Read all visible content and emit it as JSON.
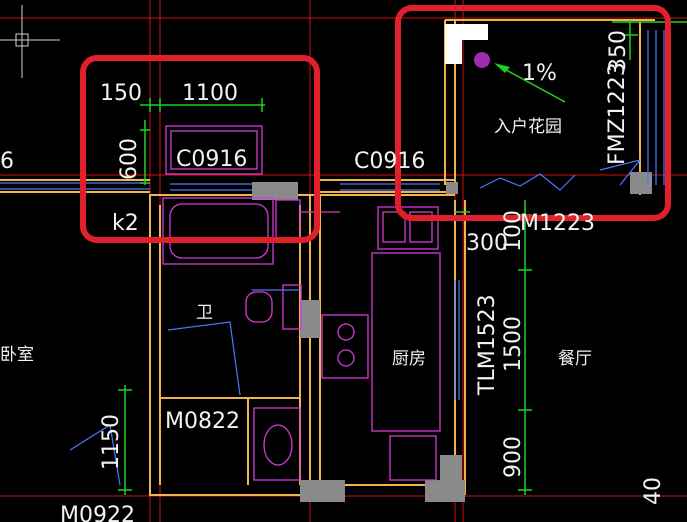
{
  "colors": {
    "background": "#000000",
    "wall": "#f0b44a",
    "magenta": "#d43bd4",
    "axis_red": "#d01010",
    "dim_green": "#1ed21e",
    "window_blue": "#4a78ff",
    "highlight": "#e0202a",
    "text": "#f2f2f2",
    "wall_fill": "#8a8a8a"
  },
  "dimensions": {
    "d150": "150",
    "d1100": "1100",
    "d600": "600",
    "d300": "300",
    "d100": "100",
    "d1500": "1500",
    "d900": "900",
    "d1150": "1150",
    "d350": "350",
    "d40": "40"
  },
  "labels": {
    "window_c0916_left": "C0916",
    "window_c0916_right": "C0916",
    "door_fmz1223": "FMZ1223",
    "door_m1223": "M1223",
    "door_tlm1523": "TLM1523",
    "door_m0822": "M0822",
    "door_m0922": "M0922",
    "k2": "k2",
    "slope": "1%",
    "room_entry_garden": "入户花园",
    "room_kitchen": "厨房",
    "room_dining": "餐厅",
    "room_bedroom": "卧室",
    "room_toilet": "卫",
    "edge_6": "6"
  }
}
